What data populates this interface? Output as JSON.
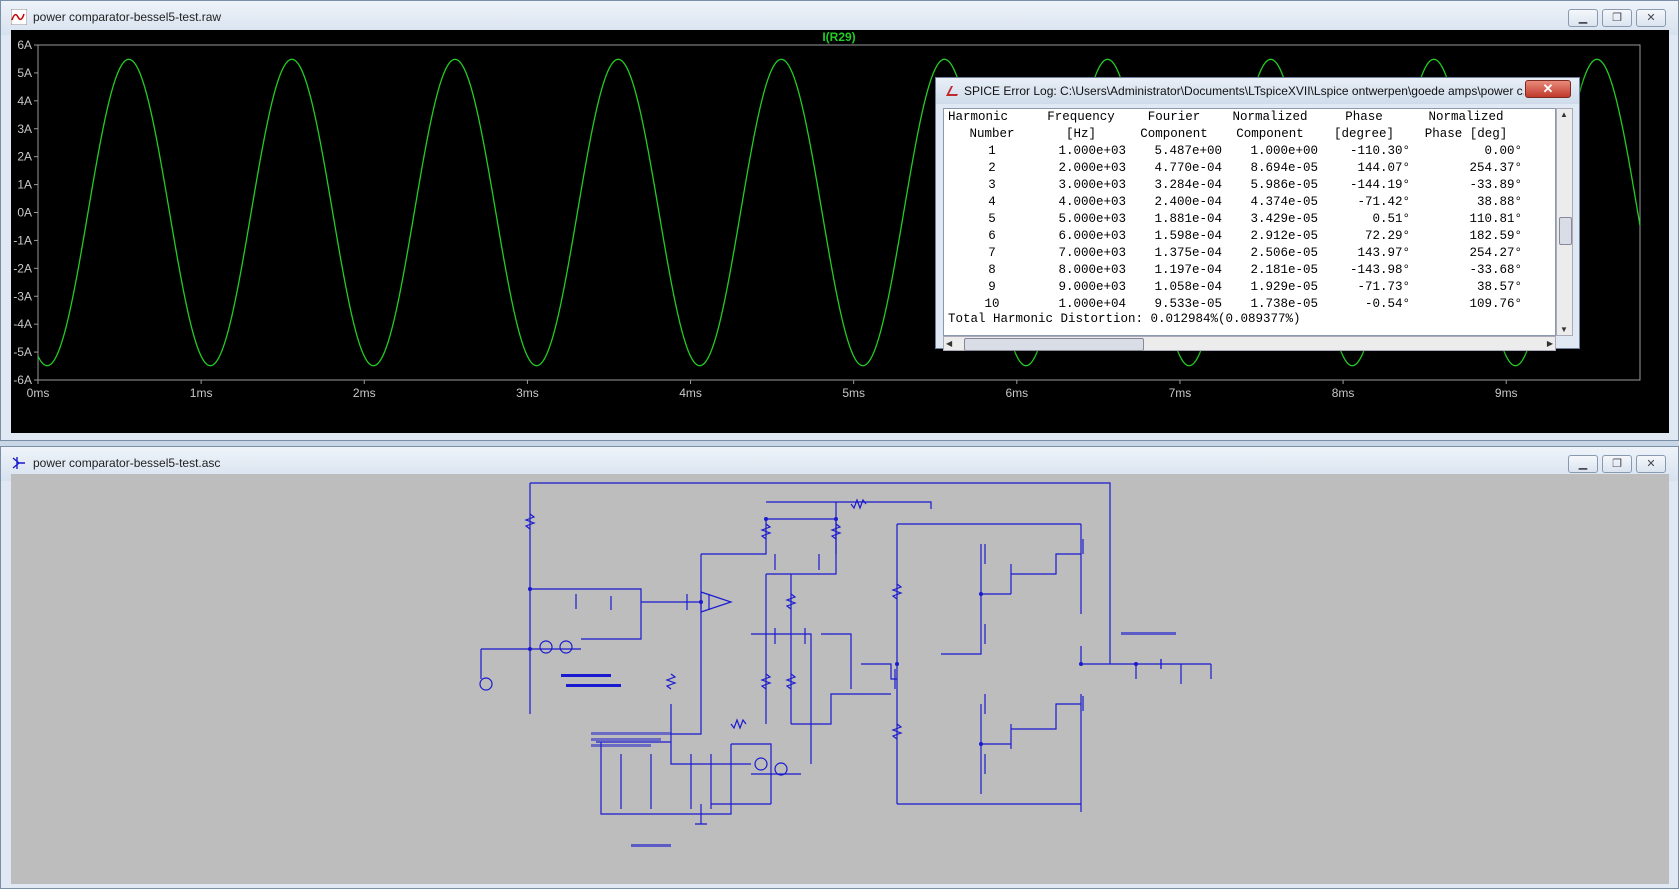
{
  "plot_window": {
    "title": "power comparator-bessel5-test.raw",
    "trace_label": "I(R29)",
    "trace_color": "#22cc22",
    "background": "#000000"
  },
  "chart_data": {
    "type": "line",
    "title": "I(R29)",
    "xlabel": "",
    "ylabel": "",
    "x_unit": "ms",
    "y_unit": "A",
    "xlim": [
      0,
      9.82
    ],
    "ylim": [
      -6,
      6
    ],
    "x_ticks": [
      "0ms",
      "1ms",
      "2ms",
      "3ms",
      "4ms",
      "5ms",
      "6ms",
      "7ms",
      "8ms",
      "9ms"
    ],
    "y_ticks": [
      "6A",
      "5A",
      "4A",
      "3A",
      "2A",
      "1A",
      "0A",
      "-1A",
      "-2A",
      "-3A",
      "-4A",
      "-5A",
      "-6A"
    ],
    "series": [
      {
        "name": "I(R29)",
        "frequency_hz": 1000,
        "amplitude_a": 5.487,
        "phase_deg": -110.3,
        "color": "#22cc22"
      }
    ],
    "grid": false
  },
  "error_log": {
    "title": "SPICE Error Log: C:\\Users\\Administrator\\Documents\\LTspiceXVII\\Lspice ontwerpen\\goede amps\\power c...",
    "close_label": "✕",
    "headers_line1": [
      "Harmonic",
      "Frequency",
      "Fourier",
      "Normalized",
      "Phase",
      "Normalized"
    ],
    "headers_line2": [
      "Number",
      "[Hz]",
      "Component",
      "Component",
      "[degree]",
      "Phase [deg]"
    ],
    "rows": [
      [
        "1",
        "1.000e+03",
        "5.487e+00",
        "1.000e+00",
        "-110.30°",
        "0.00°"
      ],
      [
        "2",
        "2.000e+03",
        "4.770e-04",
        "8.694e-05",
        "144.07°",
        "254.37°"
      ],
      [
        "3",
        "3.000e+03",
        "3.284e-04",
        "5.986e-05",
        "-144.19°",
        "-33.89°"
      ],
      [
        "4",
        "4.000e+03",
        "2.400e-04",
        "4.374e-05",
        "-71.42°",
        "38.88°"
      ],
      [
        "5",
        "5.000e+03",
        "1.881e-04",
        "3.429e-05",
        "0.51°",
        "110.81°"
      ],
      [
        "6",
        "6.000e+03",
        "1.598e-04",
        "2.912e-05",
        "72.29°",
        "182.59°"
      ],
      [
        "7",
        "7.000e+03",
        "1.375e-04",
        "2.506e-05",
        "143.97°",
        "254.27°"
      ],
      [
        "8",
        "8.000e+03",
        "1.197e-04",
        "2.181e-05",
        "-143.98°",
        "-33.68°"
      ],
      [
        "9",
        "9.000e+03",
        "1.058e-04",
        "1.929e-05",
        "-71.73°",
        "38.57°"
      ],
      [
        "10",
        "1.000e+04",
        "9.533e-05",
        "1.738e-05",
        "-0.54°",
        "109.76°"
      ]
    ],
    "thd": "Total Harmonic Distortion: 0.012984%(0.089377%)"
  },
  "schematic_window": {
    "title": "power comparator-bessel5-test.asc",
    "wire_color": "#1a1ad0",
    "background": "#bdbdbd"
  },
  "window_buttons": {
    "minimize": "▁",
    "maximize": "❐",
    "close": "✕"
  }
}
